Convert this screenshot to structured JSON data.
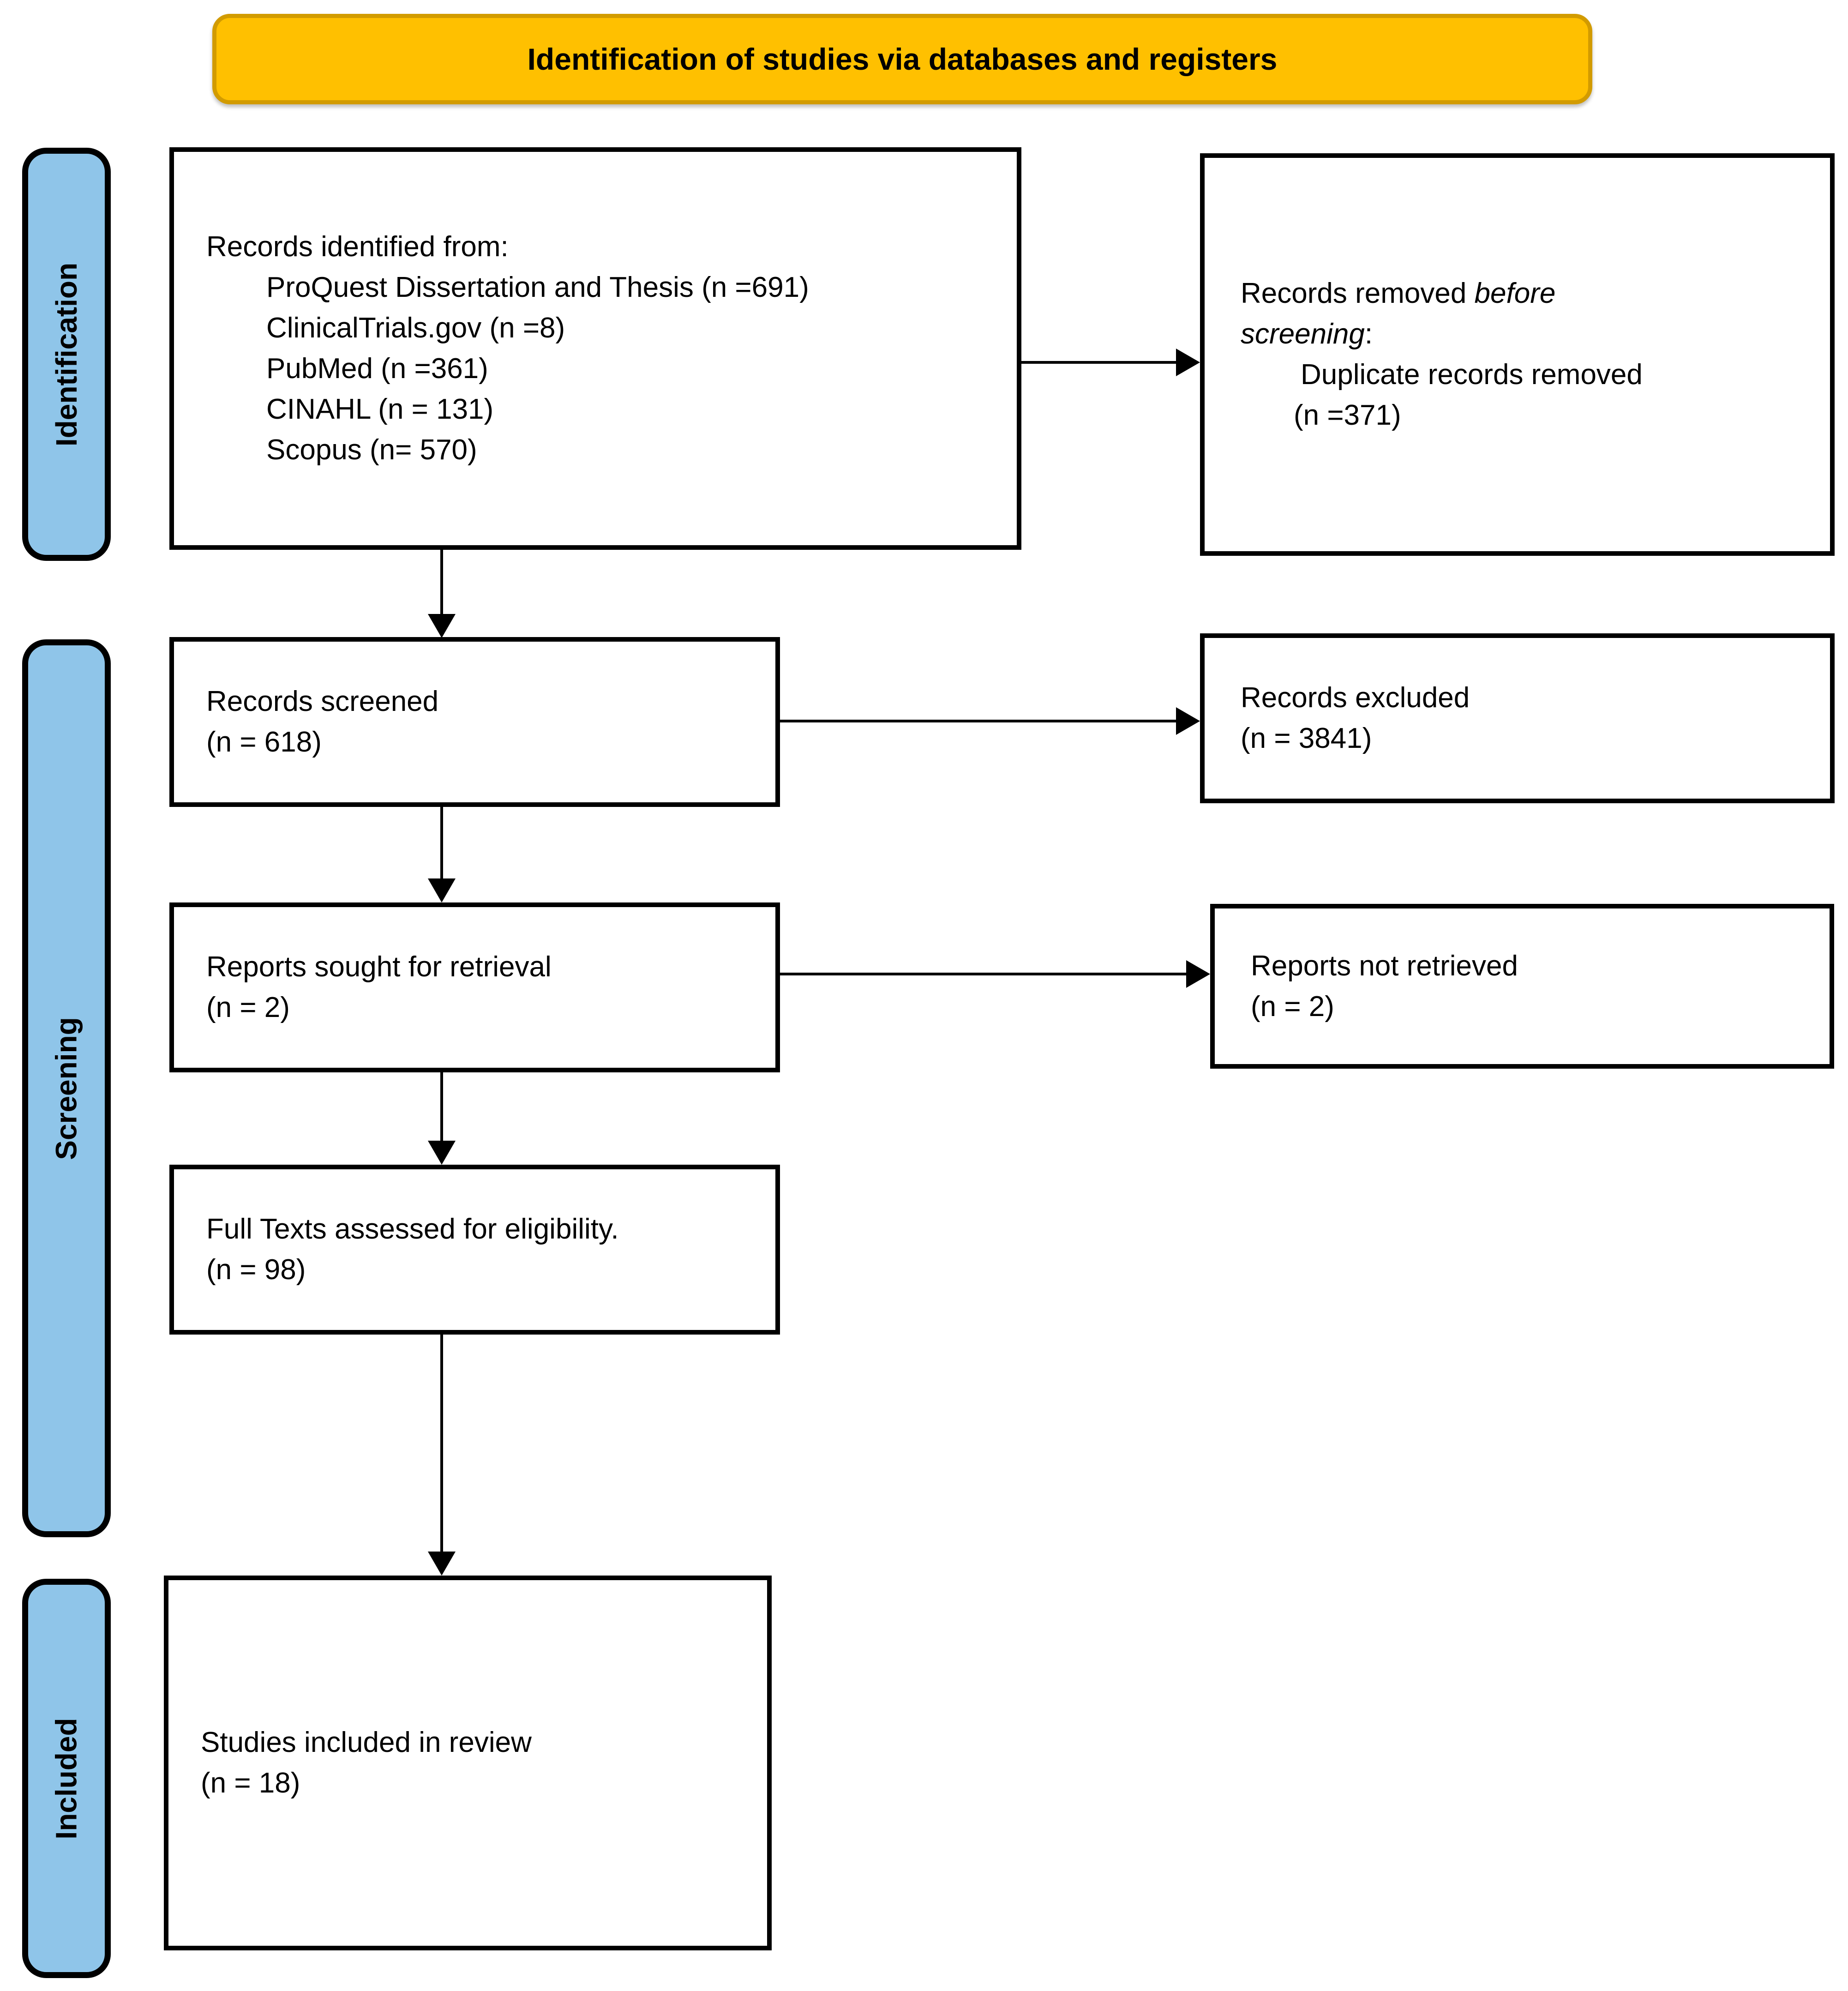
{
  "banner": {
    "title": "Identification of studies via databases and registers"
  },
  "sidebar": {
    "identification": "Identification",
    "screening": "Screening",
    "included": "Included"
  },
  "flow": {
    "records_identified": {
      "title": "Records identified from:",
      "sources": [
        "ProQuest Dissertation and Thesis (n =691)",
        "ClinicalTrials.gov (n =8)",
        "PubMed (n =361)",
        "CINAHL (n = 131)",
        "Scopus (n= 570)"
      ]
    },
    "records_removed": {
      "line1_normal": "Records removed ",
      "line1_italic": "before",
      "line2_italic": "screening",
      "line2_normal": ":",
      "detail": "Duplicate records removed",
      "count": "(n =371)"
    },
    "records_screened": {
      "line1": "Records screened",
      "line2": "(n = 618)"
    },
    "records_excluded": {
      "line1": "Records excluded",
      "line2": "(n = 3841)"
    },
    "reports_sought": {
      "line1": "Reports sought for retrieval",
      "line2": "(n = 2)"
    },
    "reports_not_retrieved": {
      "line1": "Reports not retrieved",
      "line2": "(n = 2)"
    },
    "fulltext_assessed": {
      "line1": "Full Texts assessed for eligibility.",
      "line2": "(n = 98)"
    },
    "studies_included": {
      "line1": "Studies included in review",
      "line2": "(n = 18)"
    }
  },
  "colors": {
    "banner_bg": "#FFC000",
    "banner_border": "#D29B00",
    "sidebar_bg": "#8FC5E9",
    "box_bg": "#FFFFFF",
    "line": "#000000",
    "text": "#000000"
  }
}
